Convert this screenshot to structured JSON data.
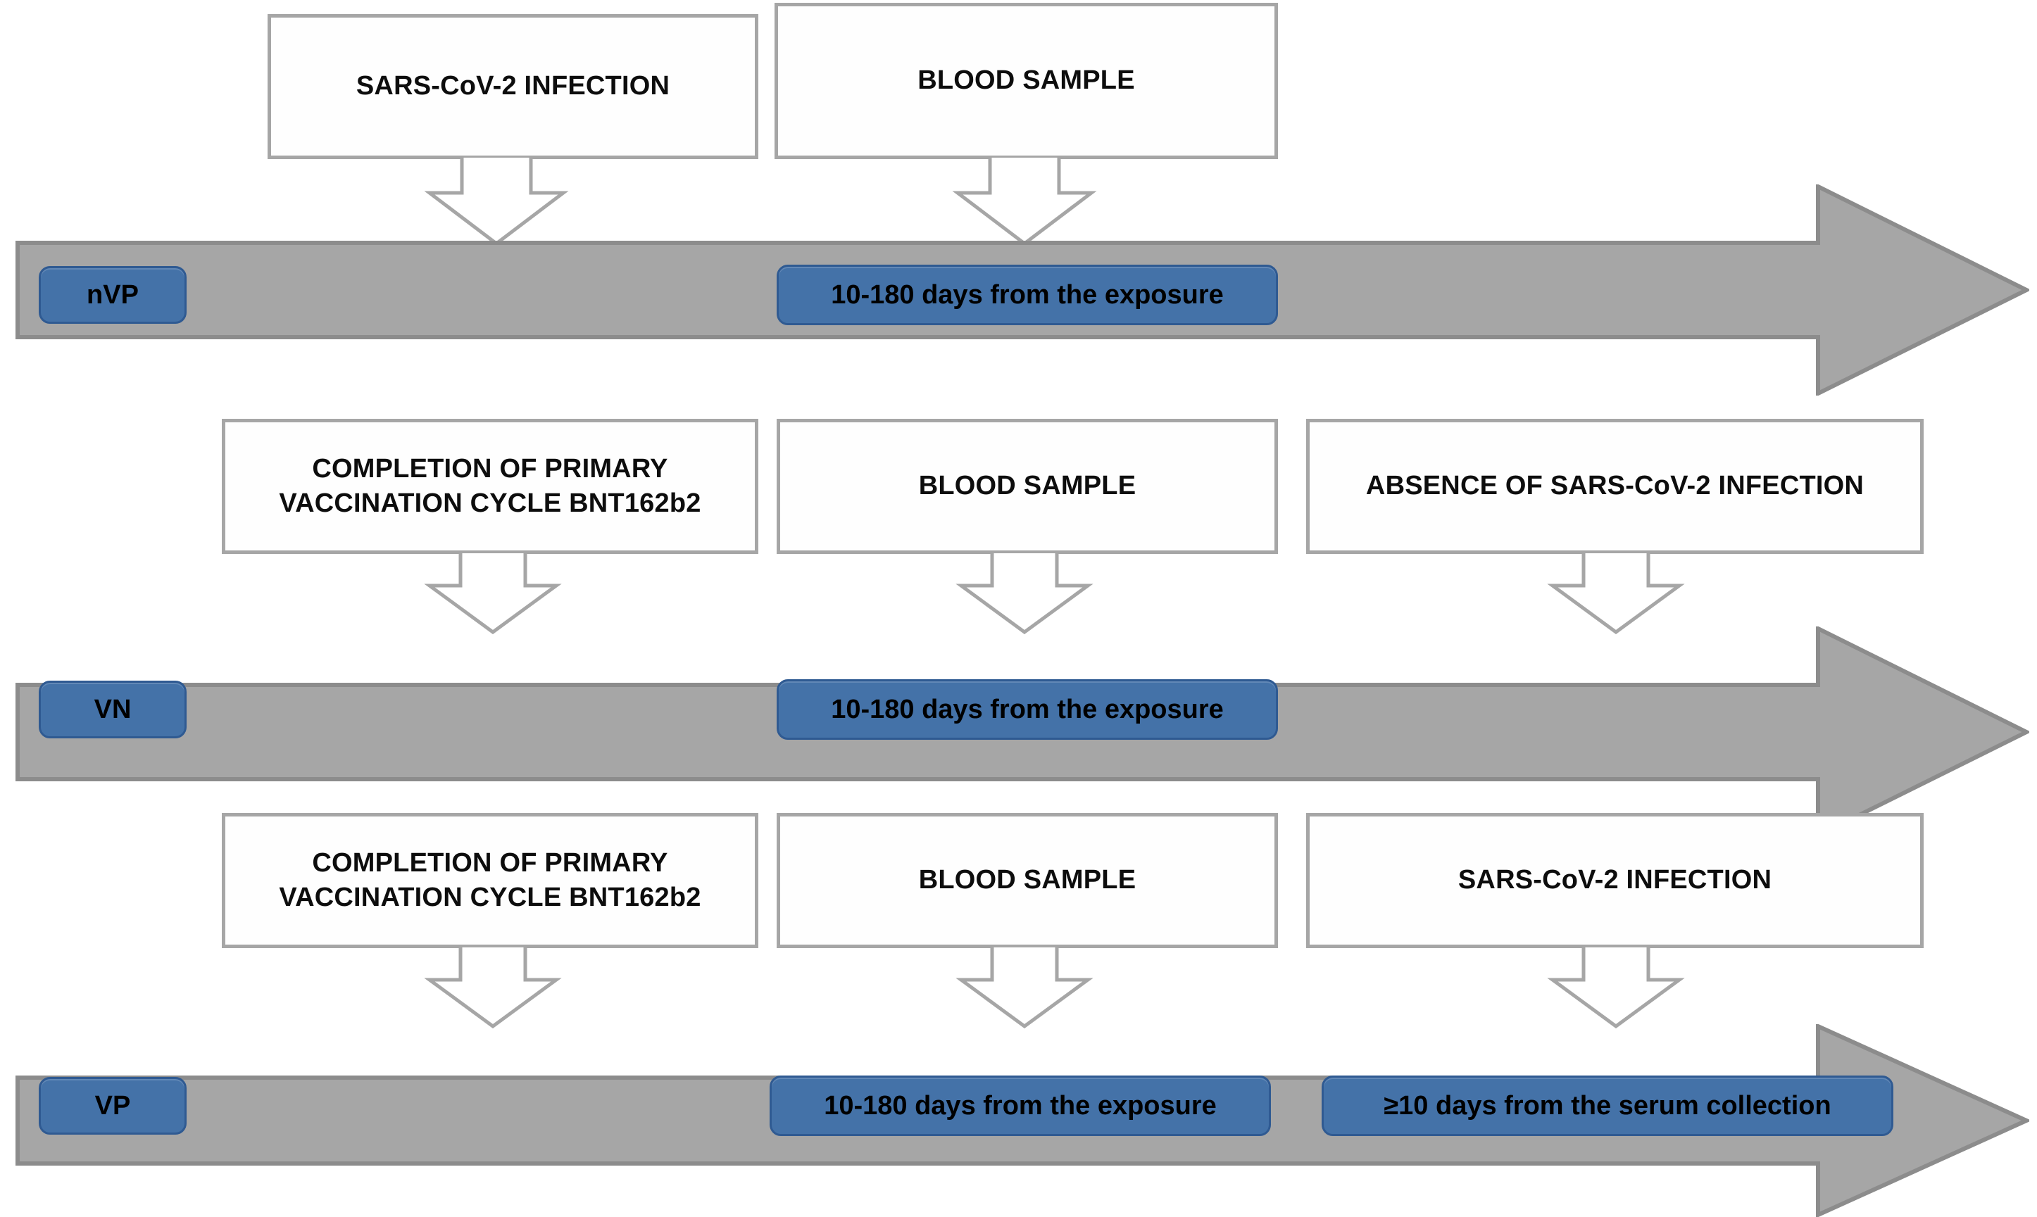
{
  "diagram": {
    "title": "Study population timeline diagram",
    "colors": {
      "timeline_fill": "#a6a6a6",
      "timeline_stroke": "#8c8c8c",
      "pill_fill": "#4472a8",
      "pill_stroke": "#2f5a92",
      "box_border": "#a6a6a6",
      "box_fill": "#fefefe",
      "text": "#0d0d0d"
    },
    "rows": [
      {
        "id": "nvp",
        "group_tag": "nVP",
        "boxes": [
          {
            "label": "SARS-CoV-2 INFECTION"
          },
          {
            "label": "BLOOD SAMPLE"
          }
        ],
        "pills": [
          {
            "label": "10-180 days from the exposure"
          }
        ]
      },
      {
        "id": "vn",
        "group_tag": "VN",
        "boxes": [
          {
            "label": "COMPLETION OF PRIMARY VACCINATION CYCLE BNT162b2",
            "line1": "COMPLETION OF PRIMARY",
            "line2": "VACCINATION CYCLE BNT162b2"
          },
          {
            "label": "BLOOD SAMPLE"
          },
          {
            "label": "ABSENCE OF SARS-CoV-2 INFECTION"
          }
        ],
        "pills": [
          {
            "label": "10-180 days from the exposure"
          }
        ]
      },
      {
        "id": "vp",
        "group_tag": "VP",
        "boxes": [
          {
            "label": "COMPLETION OF PRIMARY VACCINATION CYCLE BNT162b2",
            "line1": "COMPLETION OF PRIMARY",
            "line2": "VACCINATION CYCLE BNT162b2"
          },
          {
            "label": "BLOOD SAMPLE"
          },
          {
            "label": "SARS-CoV-2 INFECTION"
          }
        ],
        "pills": [
          {
            "label": "10-180 days from the exposure"
          },
          {
            "label": "≥10 days from the serum collection"
          }
        ]
      }
    ]
  }
}
